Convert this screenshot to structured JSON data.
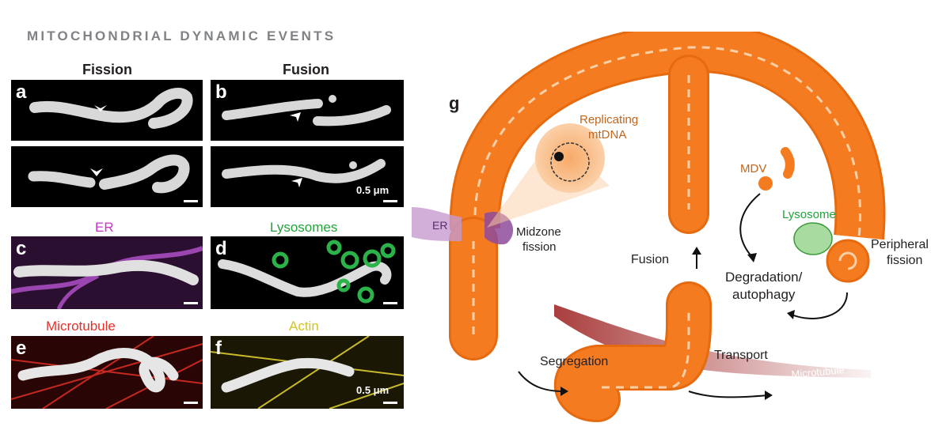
{
  "section_title": "MITOCHONDRIAL DYNAMIC EVENTS",
  "columns": {
    "left": "Fission",
    "right": "Fusion"
  },
  "panels": {
    "a": "a",
    "b": "b",
    "c": "c",
    "d": "d",
    "e": "e",
    "f": "f",
    "g": "g"
  },
  "labels": {
    "er": "ER",
    "lysosomes": "Lysosomes",
    "microtubule": "Microtubule",
    "actin": "Actin"
  },
  "scale": "0.5 μm",
  "diagram": {
    "replicating_1": "Replicating",
    "replicating_2": "mtDNA",
    "er": "ER",
    "midzone_1": "Midzone",
    "midzone_2": "fission",
    "mdv": "MDV",
    "lysosome": "Lysosome",
    "peripheral_1": "Peripheral",
    "peripheral_2": "fission",
    "fusion": "Fusion",
    "degradation_1": "Degradation/",
    "degradation_2": "autophagy",
    "segregation": "Segregation",
    "transport": "Transport",
    "microtubule": "Microtubule"
  },
  "colors": {
    "orange": "#f47b20",
    "cristae": "#fbd0a8",
    "er_purple": "#8e4b9a",
    "lysosome_green": "#5cb85c",
    "microtubule_red": "#9b1c1c",
    "er_label": "#cc33cc",
    "lysosome_label": "#22a33a",
    "microtubule_label": "#e8302a",
    "actin_label": "#d4c424"
  }
}
